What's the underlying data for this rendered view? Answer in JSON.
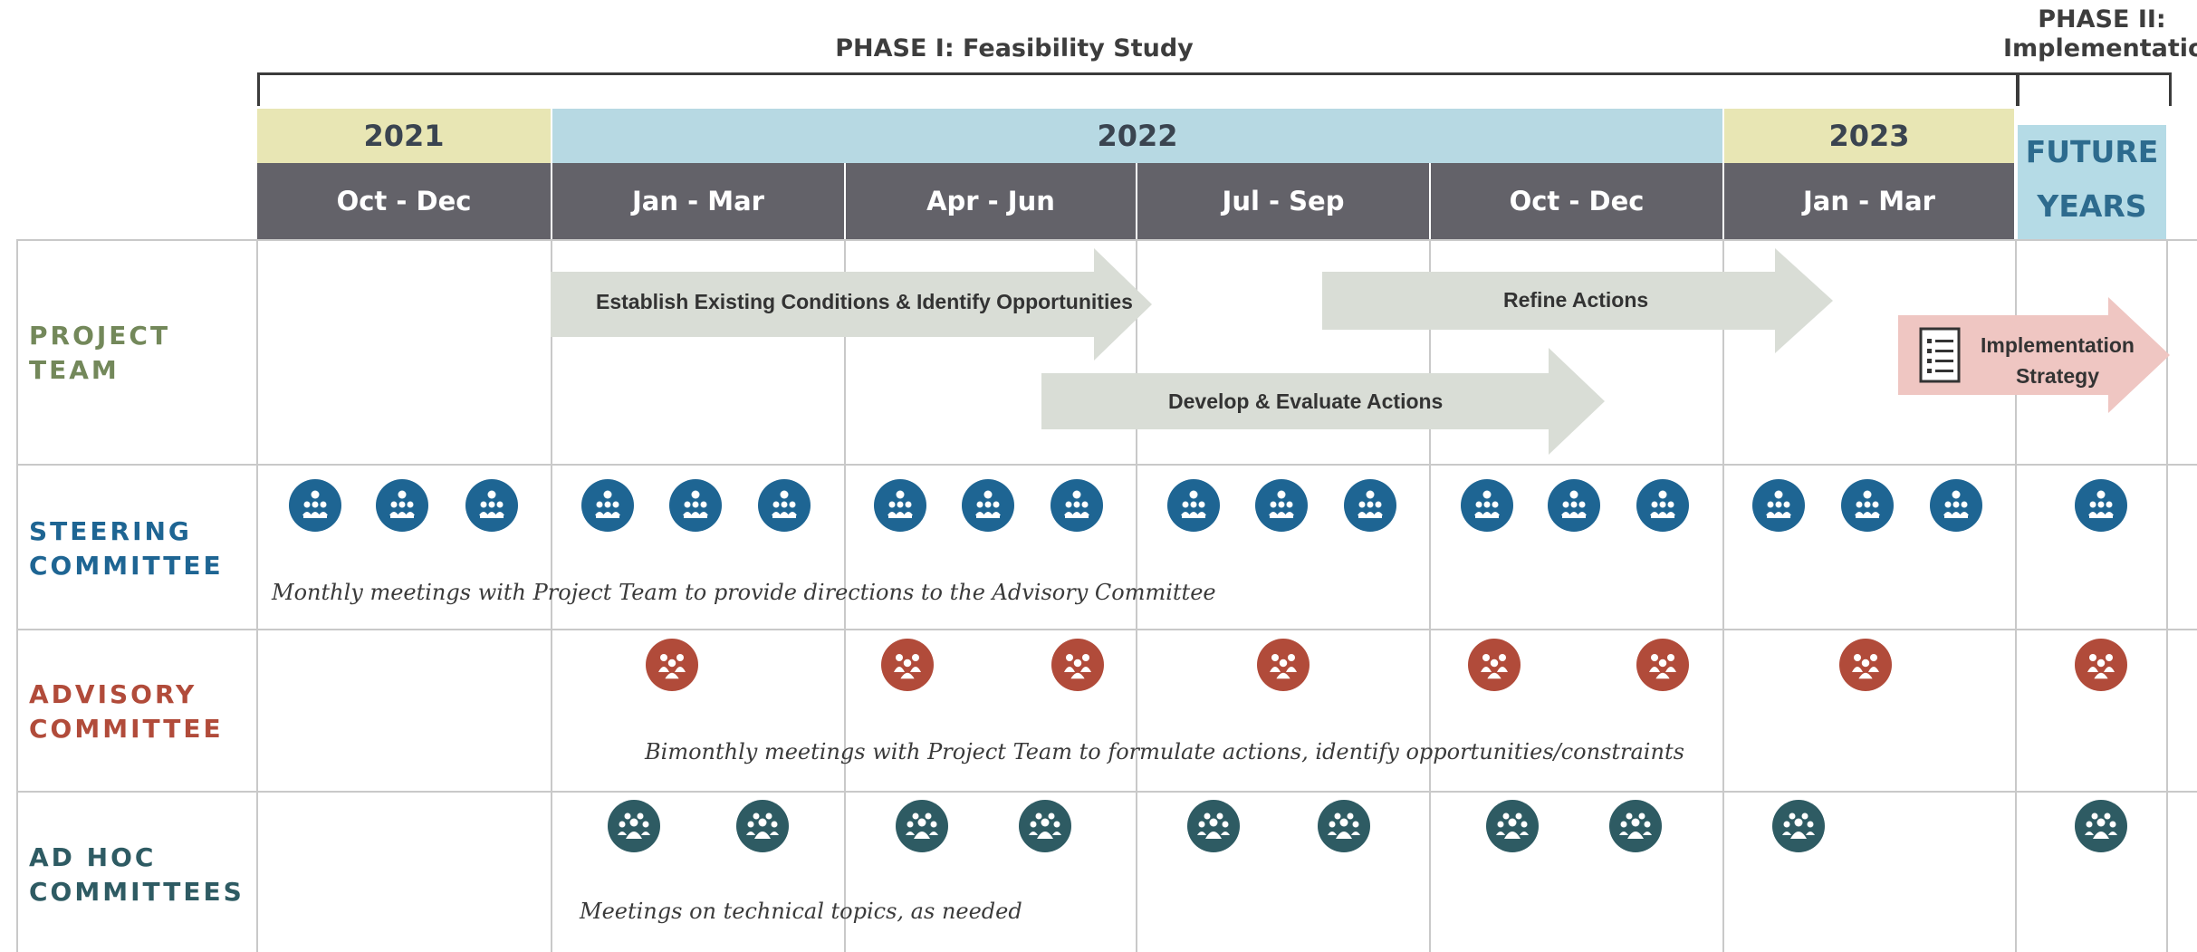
{
  "phases": {
    "phase1": "PHASE I: Feasibility Study",
    "phase2_line1": "PHASE II:",
    "phase2_line2": "Implementation"
  },
  "years": {
    "y2021": "2021",
    "y2022": "2022",
    "y2023": "2023",
    "future_line1": "FUTURE",
    "future_line2": "YEARS"
  },
  "quarters": [
    "Oct - Dec",
    "Jan - Mar",
    "Apr - Jun",
    "Jul - Sep",
    "Oct - Dec",
    "Jan - Mar"
  ],
  "rows": {
    "project_team": {
      "line1": "PROJECT",
      "line2": "TEAM"
    },
    "steering": {
      "line1": "STEERING",
      "line2": "COMMITTEE",
      "note": "Monthly meetings with Project Team to provide directions to the Advisory Committee"
    },
    "advisory": {
      "line1": "ADVISORY",
      "line2": "COMMITTEE",
      "note": "Bimonthly meetings with Project Team to formulate actions, identify opportunities/constraints"
    },
    "adhoc": {
      "line1": "AD HOC",
      "line2": "COMMITTEES",
      "note": "Meetings on technical topics, as needed"
    }
  },
  "arrows": {
    "establish": "Establish Existing Conditions & Identify Opportunities",
    "refine": "Refine Actions",
    "develop": "Develop & Evaluate Actions",
    "impl_line1": "Implementation",
    "impl_line2": "Strategy"
  },
  "icons": {
    "steering": "meeting-group-icon",
    "advisory": "advisory-person-icon",
    "adhoc": "crowd-icon"
  },
  "colors": {
    "year_2021": "#e8e6b4",
    "year_2022": "#b7d9e3",
    "quarter_header": "#636269",
    "project_team_label": "#73885a",
    "steering": "#1e6593",
    "advisory": "#b14b3a",
    "adhoc": "#2e5b63",
    "action_arrow": "#d9ddd6",
    "implementation_arrow": "#efc6c2"
  }
}
